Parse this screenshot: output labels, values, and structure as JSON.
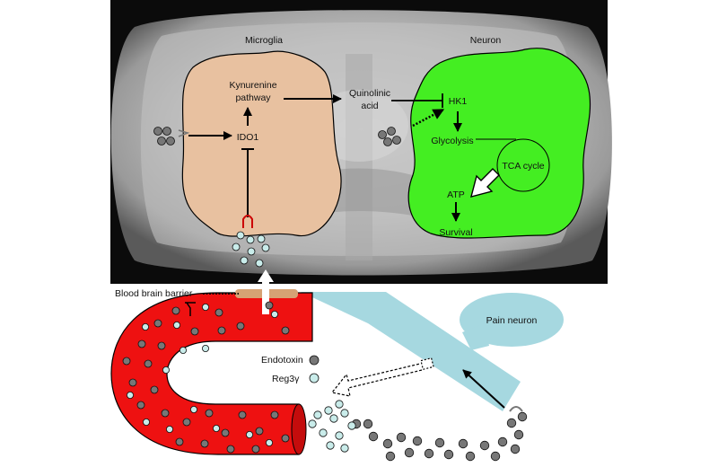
{
  "labels": {
    "microglia": "Microglia",
    "neuron": "Neuron",
    "kynurenine_line1": "Kynurenine",
    "kynurenine_line2": "pathway",
    "ido1": "IDO1",
    "quinolinic_line1": "Quinolinic",
    "quinolinic_line2": "acid",
    "hk1": "HK1",
    "glycolysis": "Glycolysis",
    "tca_cycle": "TCA cycle",
    "atp": "ATP",
    "survival": "Survival",
    "blood_brain_barrier": "Blood brain barrier",
    "pain_neuron": "Pain neuron",
    "endotoxin": "Endotoxin",
    "reg3": "Reg3γ"
  },
  "colors": {
    "microglia_fill": "#e8c1a0",
    "neuron_fill": "#44ee22",
    "vessel_fill": "#ee1111",
    "pain_neuron_fill": "#a6d8e0",
    "endotoxin": "#777777",
    "reg3": "#c9ecea",
    "barrier": "#d6a274"
  }
}
